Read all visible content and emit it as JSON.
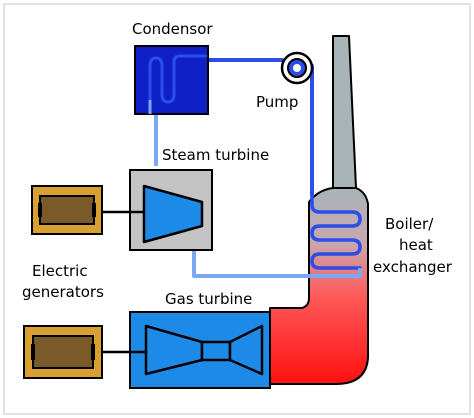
{
  "labels": {
    "condensor": "Condensor",
    "pump": "Pump",
    "steam_turbine": "Steam turbine",
    "boiler_line1": "Boiler/",
    "boiler_line2": "heat",
    "boiler_line3": "exchanger",
    "electric_line1": "Electric",
    "electric_line2": "generators",
    "gas_turbine": "Gas turbine"
  },
  "colors": {
    "water_pipe": "#2b4de8",
    "steam_pipe": "#7aa8f5",
    "condensor_fill": "#1020c8",
    "turbine_fill": "#1e8ae8",
    "exhaust_red": "#ff1010",
    "generator_fill": "#d8a030",
    "generator_core": "#7a5a28",
    "chimney_fill": "#a8b4b8",
    "steam_housing": "#c4c4c4"
  }
}
